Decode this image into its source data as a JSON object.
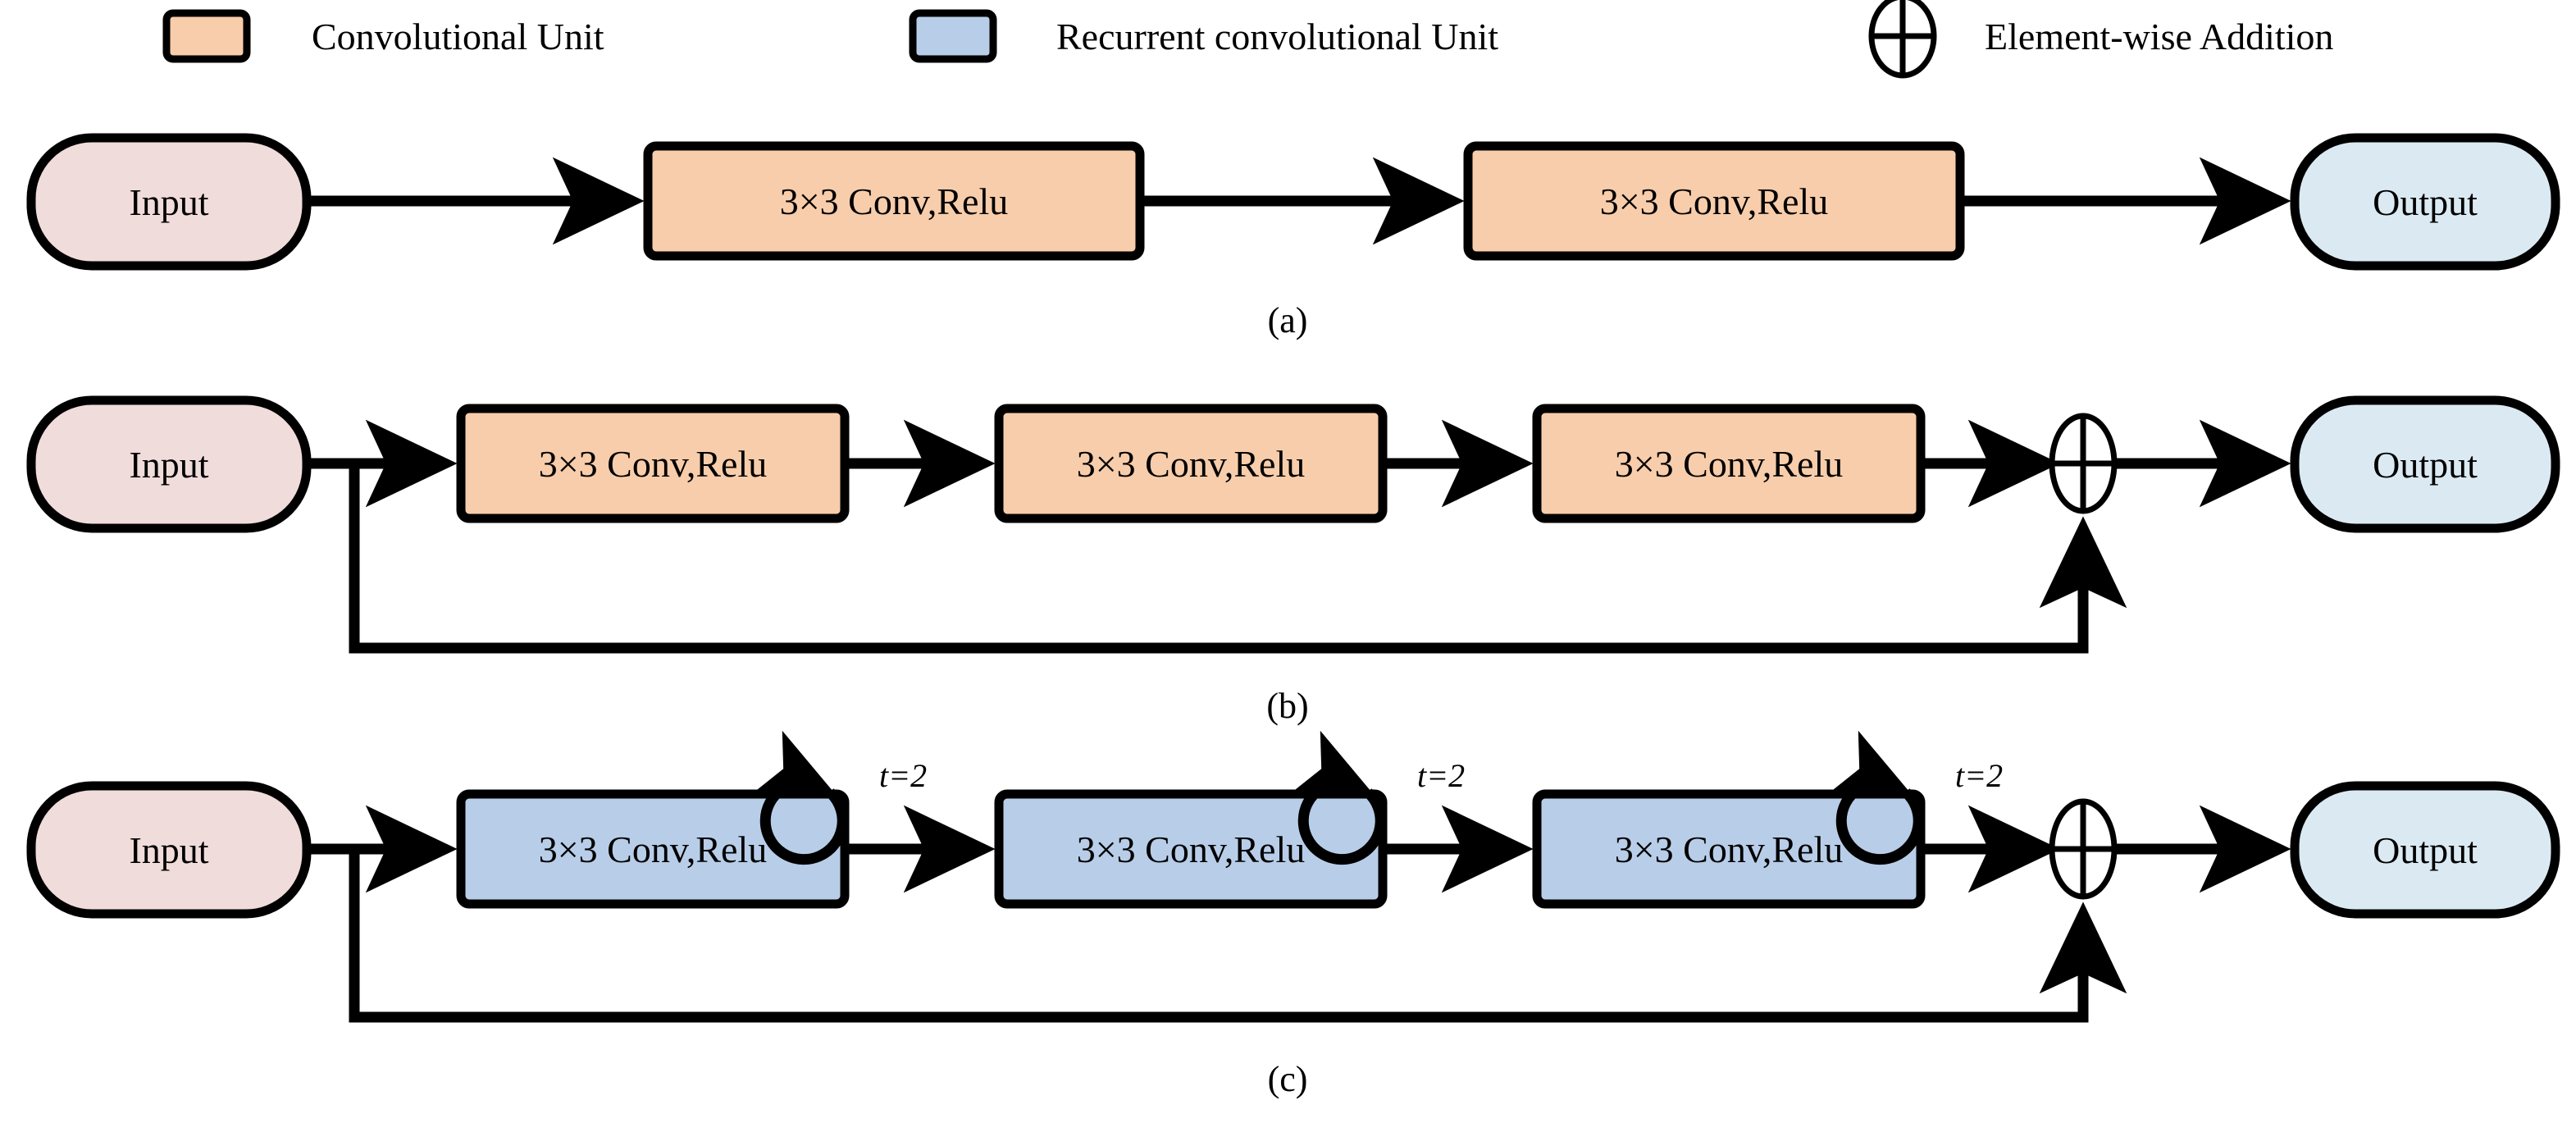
{
  "figure": {
    "type": "diagram",
    "description": "Three network block architectures: plain convolutional block, residual convolutional block, and residual recurrent convolutional block",
    "colors": {
      "convolutional_unit_fill": "#f8cdab",
      "recurrent_convolutional_unit_fill": "#b8cde8",
      "input_fill": "#f0dcda",
      "output_fill": "#dbeaf2",
      "stroke": "#000000",
      "background": "#ffffff"
    }
  },
  "legend": {
    "items": [
      {
        "swatch": "convolutional-unit-swatch",
        "color": "#f8cdab",
        "label": "Convolutional Unit"
      },
      {
        "swatch": "recurrent-convolutional-unit-swatch",
        "color": "#b8cde8",
        "label": "Recurrent convolutional Unit"
      },
      {
        "swatch": "element-wise-addition-symbol",
        "color": "#ffffff",
        "label": "Element-wise Addition"
      }
    ]
  },
  "rows": [
    {
      "id": "a",
      "caption": "(a)",
      "input_label": "Input",
      "output_label": "Output",
      "blocks": [
        {
          "label": "3×3 Conv,Relu",
          "kind": "convolutional-unit"
        },
        {
          "label": "3×3 Conv,Relu",
          "kind": "convolutional-unit"
        }
      ],
      "has_skip_connection": false,
      "has_adder": false,
      "has_recurrence": false
    },
    {
      "id": "b",
      "caption": "(b)",
      "input_label": "Input",
      "output_label": "Output",
      "blocks": [
        {
          "label": "3×3 Conv,Relu",
          "kind": "convolutional-unit"
        },
        {
          "label": "3×3 Conv,Relu",
          "kind": "convolutional-unit"
        },
        {
          "label": "3×3 Conv,Relu",
          "kind": "convolutional-unit"
        }
      ],
      "has_skip_connection": true,
      "has_adder": true,
      "adder_symbol": "⊕",
      "has_recurrence": false
    },
    {
      "id": "c",
      "caption": "(c)",
      "input_label": "Input",
      "output_label": "Output",
      "blocks": [
        {
          "label": "3×3 Conv,Relu",
          "kind": "recurrent-convolutional-unit",
          "recurrence_label": "t=2"
        },
        {
          "label": "3×3 Conv,Relu",
          "kind": "recurrent-convolutional-unit",
          "recurrence_label": "t=2"
        },
        {
          "label": "3×3 Conv,Relu",
          "kind": "recurrent-convolutional-unit",
          "recurrence_label": "t=2"
        }
      ],
      "has_skip_connection": true,
      "has_adder": true,
      "adder_symbol": "⊕",
      "has_recurrence": true
    }
  ]
}
